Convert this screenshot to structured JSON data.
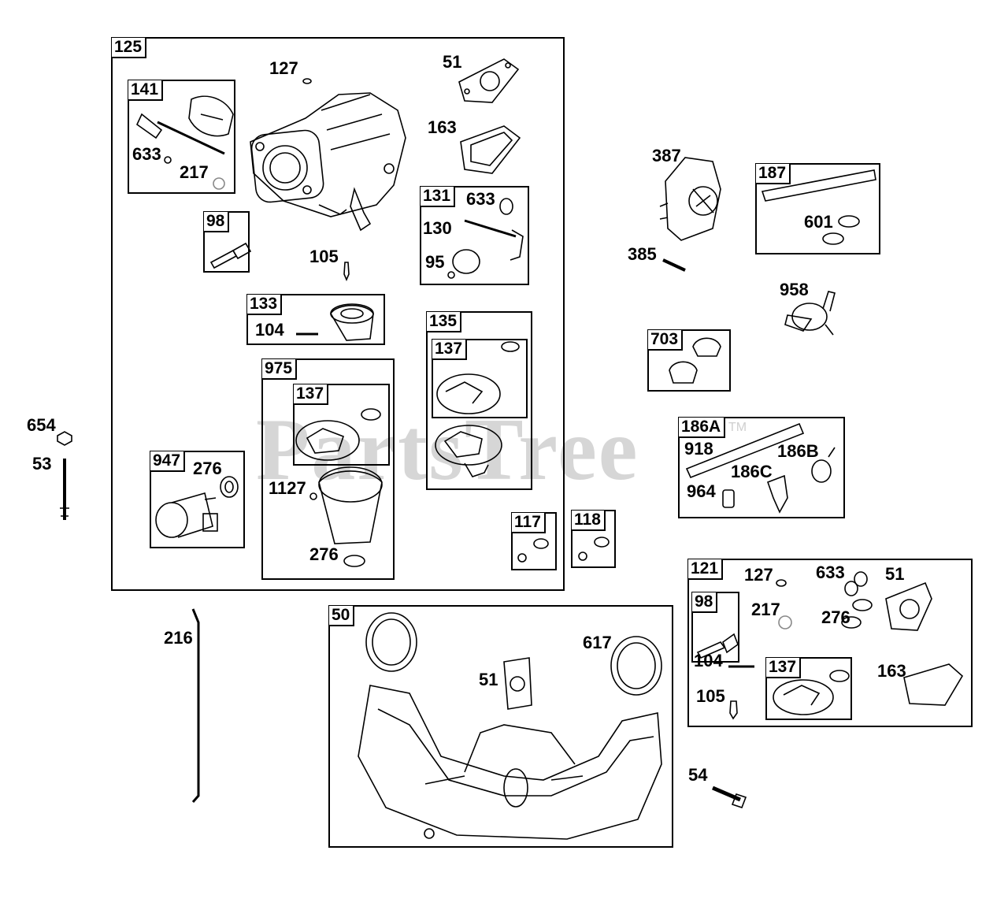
{
  "watermark": {
    "text": "PartsTree",
    "tm": "TM"
  },
  "boxes": {
    "b125": "125",
    "b141": "141",
    "b98": "98",
    "b131": "131",
    "b133": "133",
    "b135": "135",
    "b137a": "137",
    "b975": "975",
    "b137b": "137",
    "b947": "947",
    "b117": "117",
    "b118": "118",
    "b187": "187",
    "b703": "703",
    "b186A": "186A",
    "b121": "121",
    "b98b": "98",
    "b137c": "137",
    "b50": "50"
  },
  "parts": {
    "p127": "127",
    "p51": "51",
    "p163": "163",
    "p633": "633",
    "p217": "217",
    "p633b": "633",
    "p130": "130",
    "p95": "95",
    "p105": "105",
    "p104": "104",
    "p276a": "276",
    "p1127": "1127",
    "p276b": "276",
    "p654": "654",
    "p53": "53",
    "p387": "387",
    "p385": "385",
    "p601": "601",
    "p958": "958",
    "p918": "918",
    "p186B": "186B",
    "p186C": "186C",
    "p964": "964",
    "p127b": "127",
    "p633c": "633",
    "p51b": "51",
    "p217b": "217",
    "p276c": "276",
    "p104b": "104",
    "p163b": "163",
    "p105b": "105",
    "p216": "216",
    "p617": "617",
    "p51c": "51",
    "p54": "54"
  }
}
